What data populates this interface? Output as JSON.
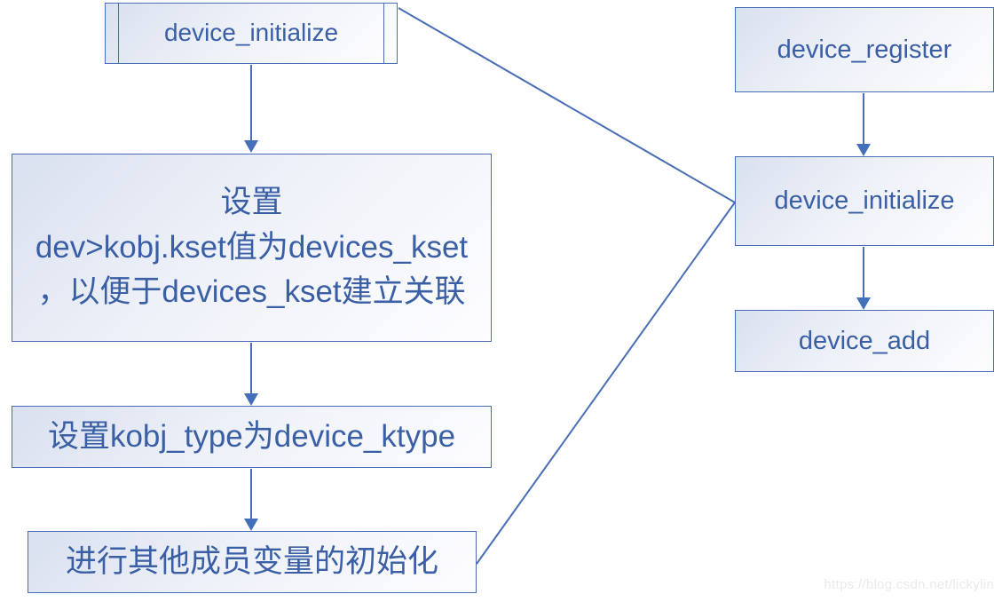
{
  "colors": {
    "accent_border": "#4a6eb5",
    "accent_text": "#3a5fa5",
    "arrow_color": "#4470bb",
    "fill_start": "#d9e0ef",
    "fill_end": "#fdfdff",
    "watermark_color": "#eaeaea"
  },
  "nodes": {
    "left_start": {
      "label": "device_initialize",
      "shape": "predefined-process"
    },
    "left_step1": {
      "label": "设置\ndev>kobj.kset值为devices_kset\n，以便于devices_kset建立关联",
      "shape": "process"
    },
    "left_step2": {
      "label": "设置kobj_type为device_ktype",
      "shape": "process"
    },
    "left_step3": {
      "label": "进行其他成员变量的初始化",
      "shape": "process"
    },
    "right_step1": {
      "label": "device_register",
      "shape": "process"
    },
    "right_step2": {
      "label": "device_initialize",
      "shape": "process"
    },
    "right_step3": {
      "label": "device_add",
      "shape": "process"
    }
  },
  "connections": [
    {
      "from": "left_start",
      "to": "left_step1",
      "type": "arrow"
    },
    {
      "from": "left_step1",
      "to": "left_step2",
      "type": "arrow"
    },
    {
      "from": "left_step2",
      "to": "left_step3",
      "type": "arrow"
    },
    {
      "from": "right_step1",
      "to": "right_step2",
      "type": "arrow"
    },
    {
      "from": "right_step2",
      "to": "right_step3",
      "type": "arrow"
    },
    {
      "from": "left_start",
      "to": "right_step2",
      "type": "line"
    },
    {
      "from": "right_step2",
      "to": "left_step3",
      "type": "line"
    }
  ],
  "watermark": "https://blog.csdn.net/lickylin"
}
